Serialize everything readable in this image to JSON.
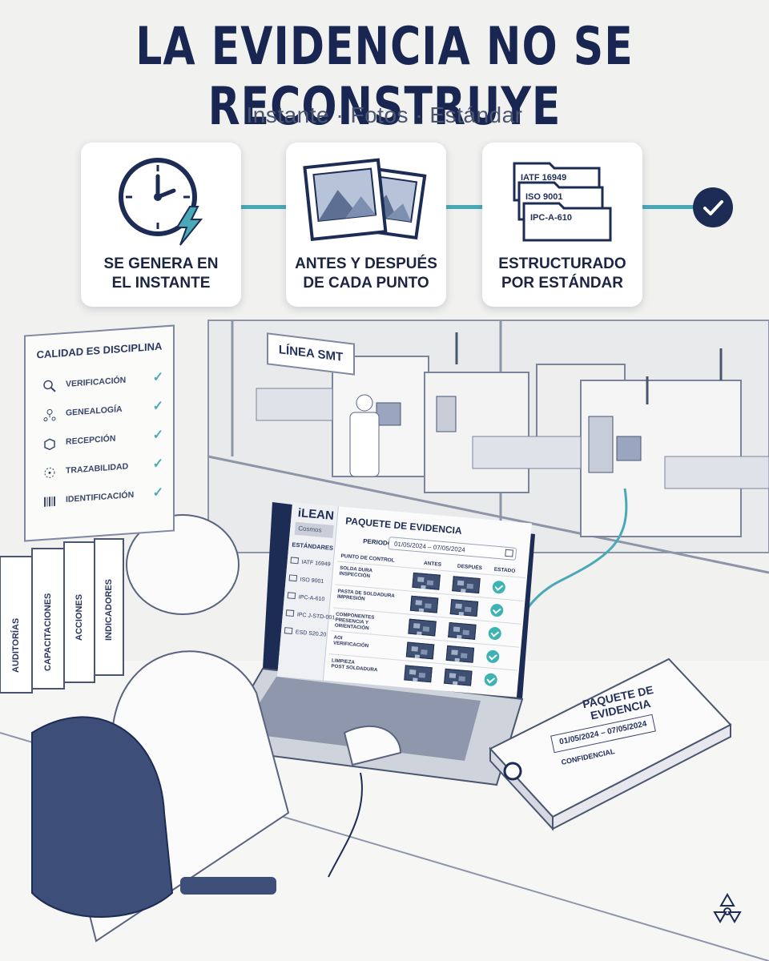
{
  "header": {
    "title": "LA EVIDENCIA NO SE RECONSTRUYE",
    "subtitle": "Instante · Fotos · Estándar"
  },
  "features": [
    {
      "label": "SE GENERA EN\nEL INSTANTE",
      "icon": "clock-lightning-icon"
    },
    {
      "label": "ANTES Y DESPUÉS\nDE CADA PUNTO",
      "icon": "photos-icon"
    },
    {
      "label": "ESTRUCTURADO\nPOR ESTÁNDAR",
      "icon": "standard-folders-icon",
      "folders": [
        "IATF 16949",
        "ISO 9001",
        "IPC-A-610"
      ]
    }
  ],
  "colors": {
    "navy": "#1c2c54",
    "accent": "#4aa9b7",
    "check": "#3eb3b3"
  },
  "scene": {
    "line_sign": "LÍNEA SMT",
    "board": {
      "title": "CALIDAD ES DISCIPLINA",
      "items": [
        {
          "label": "VERIFICACIÓN",
          "icon": "magnifier-icon"
        },
        {
          "label": "GENEALOGÍA",
          "icon": "tree-icon"
        },
        {
          "label": "RECEPCIÓN",
          "icon": "box-icon"
        },
        {
          "label": "TRAZABILIDAD",
          "icon": "trace-icon"
        },
        {
          "label": "IDENTIFICACIÓN",
          "icon": "barcode-icon"
        }
      ]
    },
    "binders": [
      "AUDITORÍAS",
      "CAPACITACIONES",
      "ACCIONES",
      "INDICADORES"
    ],
    "laptop": {
      "logo": "iLEAN",
      "menu": "Cosmos",
      "title": "PAQUETE DE EVIDENCIA",
      "period_label": "PERIODO:",
      "period_value": "01/05/2024 – 07/05/2024",
      "sidebar_heading": "ESTÁNDARES",
      "sidebar_items": [
        "IATF 16949",
        "ISO 9001",
        "IPC-A-610",
        "IPC J-STD-001",
        "ESD S20.20"
      ],
      "columns": {
        "point": "PUNTO DE CONTROL",
        "before": "ANTES",
        "after": "DESPUÉS",
        "status": "ESTADO"
      },
      "rows": [
        "SOLDA DURA\nINSPECCIÓN",
        "PASTA DE SOLDADURA\nIMPRESIÓN",
        "COMPONENTES\nPRESENCIA Y ORIENTACIÓN",
        "AOI\nVERIFICACIÓN",
        "LIMPIEZA\nPOST SOLDADURA"
      ]
    },
    "book": {
      "title": "PAQUETE DE EVIDENCIA",
      "dates": "01/05/2024 – 07/05/2024",
      "label": "CONFIDENCIAL"
    }
  }
}
